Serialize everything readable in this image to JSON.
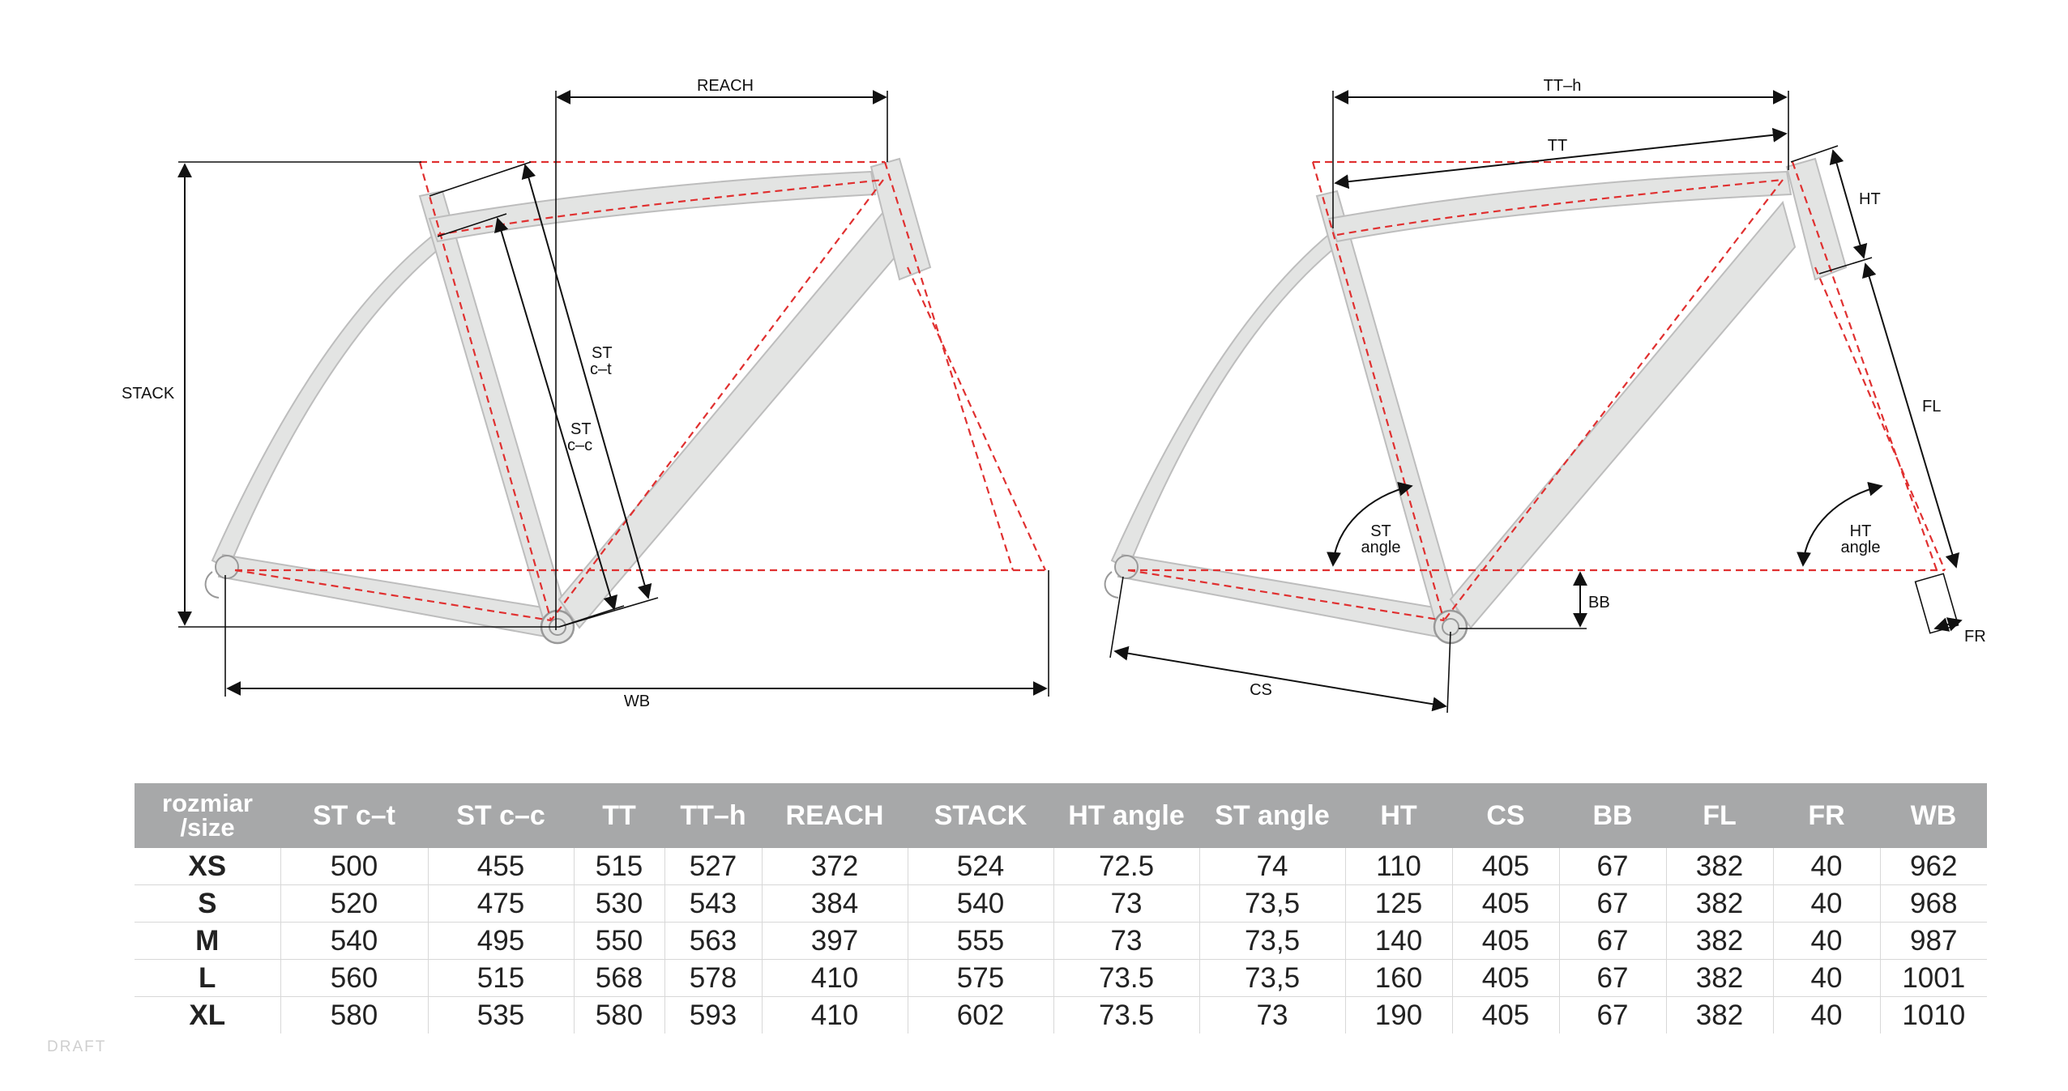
{
  "diagram": {
    "left_labels": {
      "reach": "REACH",
      "stack": "STACK",
      "st_ct_line1": "ST",
      "st_ct_line2": "c–t",
      "st_cc_line1": "ST",
      "st_cc_line2": "c–c",
      "wb": "WB"
    },
    "right_labels": {
      "tt_h": "TT–h",
      "tt": "TT",
      "ht": "HT",
      "fl": "FL",
      "st_angle_line1": "ST",
      "st_angle_line2": "angle",
      "ht_angle_line1": "HT",
      "ht_angle_line2": "angle",
      "bb": "BB",
      "cs": "CS",
      "fr": "FR"
    },
    "colors": {
      "frame": "#e3e4e3",
      "guide": "#e03030",
      "dimension": "#111111"
    }
  },
  "table": {
    "size_header_line1": "rozmiar",
    "size_header_line2": "/size",
    "headers": [
      "ST c–t",
      "ST c–c",
      "TT",
      "TT–h",
      "REACH",
      "STACK",
      "HT angle",
      "ST angle",
      "HT",
      "CS",
      "BB",
      "FL",
      "FR",
      "WB"
    ],
    "rows": [
      {
        "size": "XS",
        "values": [
          "500",
          "455",
          "515",
          "527",
          "372",
          "524",
          "72.5",
          "74",
          "110",
          "405",
          "67",
          "382",
          "40",
          "962"
        ]
      },
      {
        "size": "S",
        "values": [
          "520",
          "475",
          "530",
          "543",
          "384",
          "540",
          "73",
          "73,5",
          "125",
          "405",
          "67",
          "382",
          "40",
          "968"
        ]
      },
      {
        "size": "M",
        "values": [
          "540",
          "495",
          "550",
          "563",
          "397",
          "555",
          "73",
          "73,5",
          "140",
          "405",
          "67",
          "382",
          "40",
          "987"
        ]
      },
      {
        "size": "L",
        "values": [
          "560",
          "515",
          "568",
          "578",
          "410",
          "575",
          "73.5",
          "73,5",
          "160",
          "405",
          "67",
          "382",
          "40",
          "1001"
        ]
      },
      {
        "size": "XL",
        "values": [
          "580",
          "535",
          "580",
          "593",
          "410",
          "602",
          "73.5",
          "73",
          "190",
          "405",
          "67",
          "382",
          "40",
          "1010"
        ]
      }
    ],
    "header_color": "#a7a8a9"
  },
  "watermark": "DRAFT"
}
